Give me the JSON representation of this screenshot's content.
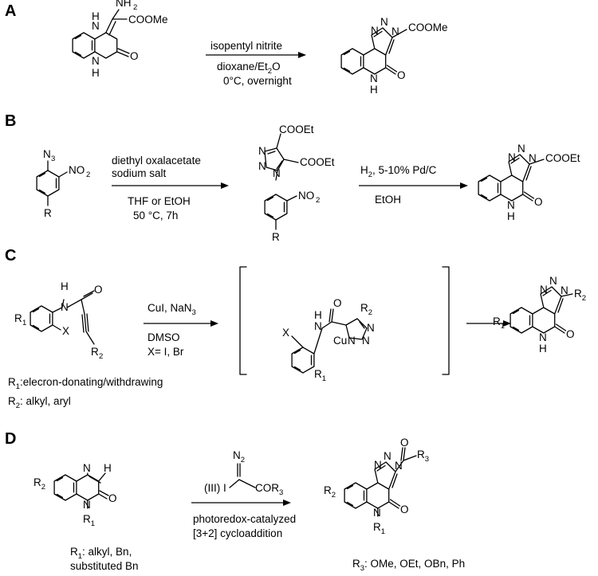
{
  "sections": {
    "A": {
      "label": "A",
      "reactant": {
        "nh": "N",
        "h_top": "H",
        "nh2": "NH",
        "nh2_sub": "2",
        "ester": "COOMe",
        "n": "N",
        "h_bot": "H",
        "o": "O"
      },
      "conditions": {
        "line1": "isopentyl nitrite",
        "line2": "dioxane/Et",
        "line2_sub": "2",
        "line2_end": "O",
        "line3": "0°C, overnight"
      },
      "product": {
        "n_a": "N",
        "n_b": "N",
        "n_c": "N",
        "ester": "COOMe",
        "nh": "N",
        "h": "H",
        "o": "O"
      }
    },
    "B": {
      "label": "B",
      "reactant": {
        "n3": "N",
        "n3_sub": "3",
        "no2": "NO",
        "no2_sub": "2",
        "r": "R"
      },
      "conditions1": {
        "line1": "diethyl oxalacetate",
        "line2": "sodium salt",
        "line3": "THF or EtOH",
        "line4": "50 °C, 7h"
      },
      "intermediate": {
        "ester1": "COOEt",
        "ester2": "COOEt",
        "n_a": "N",
        "n_b": "N",
        "n_c": "N",
        "no2": "NO",
        "no2_sub": "2",
        "r": "R"
      },
      "conditions2": {
        "line1": "H",
        "line1_sub": "2",
        "line1_end": ", 5-10% Pd/C",
        "line2": "EtOH"
      },
      "product": {
        "n_a": "N",
        "n_b": "N",
        "n_c": "N",
        "ester": "COOEt",
        "nh": "N",
        "h": "H",
        "o": "O"
      }
    },
    "C": {
      "label": "C",
      "reactant": {
        "h": "H",
        "n": "N",
        "o": "O",
        "r1": "R",
        "r1_sub": "1",
        "x": "X",
        "r2": "R",
        "r2_sub": "2"
      },
      "conditions": {
        "line1": "CuI, NaN",
        "line1_sub": "3",
        "line2": "DMSO",
        "line3": "X= I, Br"
      },
      "intermediate": {
        "o": "O",
        "r2": "R",
        "r2_sub": "2",
        "h": "H",
        "n": "N",
        "x": "X",
        "cu": "Cu",
        "n_a": "N",
        "n_b": "N",
        "n_c": "N",
        "r1": "R",
        "r1_sub": "1"
      },
      "product": {
        "n_a": "N",
        "n_b": "N",
        "n_c": "N",
        "r1": "R",
        "r1_sub": "1",
        "r2": "R",
        "r2_sub": "2",
        "nh": "N",
        "h": "H",
        "o": "O"
      },
      "notes": {
        "r1_def": "R",
        "r1_def_sub": "1",
        "r1_def_text": ":elecron-donating/withdrawing",
        "r2_def": "R",
        "r2_def_sub": "2",
        "r2_def_text": ": alkyl, aryl"
      }
    },
    "D": {
      "label": "D",
      "reactant": {
        "n_top": "N",
        "h": "H",
        "r2": "R",
        "r2_sub": "2",
        "o": "O",
        "n_bot": "N",
        "r1": "R",
        "r1_sub": "1"
      },
      "reagent": {
        "n2": "N",
        "n2_sub": "2",
        "iodine": "(III) I",
        "cor3": "COR",
        "cor3_sub": "3"
      },
      "conditions": {
        "line1": "photoredox-catalyzed",
        "line2": "[3+2] cycloaddition"
      },
      "product": {
        "n_a": "N",
        "n_b": "N",
        "n_c": "N",
        "r3": "R",
        "r3_sub": "3",
        "o_acyl": "O",
        "r2": "R",
        "r2_sub": "2",
        "n_bot": "N",
        "o": "O",
        "r1": "R",
        "r1_sub": "1"
      },
      "notes": {
        "r1_def": "R",
        "r1_def_sub": "1",
        "r1_def_text": ": alkyl, Bn,",
        "r1_def_line2": "substituted Bn",
        "r3_def": "R",
        "r3_def_sub": "3",
        "r3_def_text": ": OMe, OEt, OBn, Ph"
      }
    }
  }
}
